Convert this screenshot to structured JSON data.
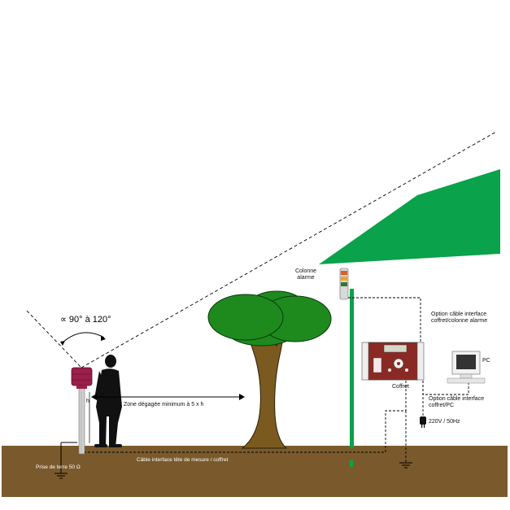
{
  "angle_label": "∝ 90° à 120°",
  "labels": {
    "colonne_line1": "Colonne",
    "colonne_line2": "alarme",
    "option_alarme_line1": "Option câble interface",
    "option_alarme_line2": "coffret/colonne alarme",
    "pc": "PC",
    "coffret": "Coffret",
    "option_pc_line1": "Option câble interface",
    "option_pc_line2": "coffret/PC",
    "h": "h",
    "zone": "Zone dégagée minimum à 5 x h",
    "power": "220V / 50Hz",
    "prise": "Prise de terre 50 Ω",
    "cable": "Câble interface tête de mesure / coffret"
  },
  "colors": {
    "ground": "#7a5a2c",
    "green_building": "#0aa24a",
    "tree_leaves": "#1e8a1e",
    "tree_trunk": "#7b5a20",
    "sensor_head": "#9a1f4a",
    "coffret_panel": "#8b2a25"
  }
}
